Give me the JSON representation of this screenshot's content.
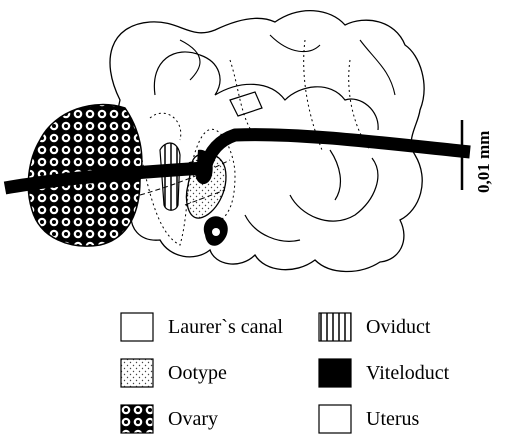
{
  "scale_bar": {
    "label": "0,01 mm"
  },
  "legend": [
    {
      "label": "Laurer`s canal",
      "pattern": "empty"
    },
    {
      "label": "Ootype",
      "pattern": "dotted"
    },
    {
      "label": "Ovary",
      "pattern": "checker-circles"
    },
    {
      "label": "Oviduct",
      "pattern": "vertical-lines"
    },
    {
      "label": "Viteloduct",
      "pattern": "solid-black"
    },
    {
      "label": "Uterus",
      "pattern": "empty"
    }
  ]
}
